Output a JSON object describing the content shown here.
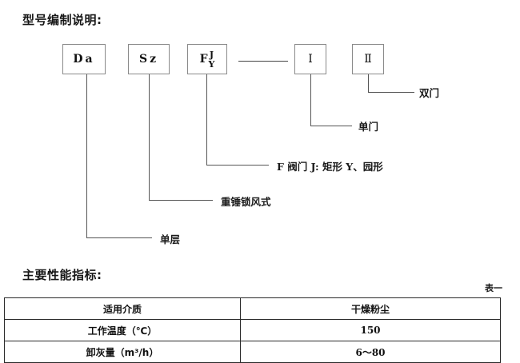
{
  "document": {
    "model_section": {
      "heading": "型号编制说明:",
      "code_boxes": [
        {
          "id": "da",
          "main": "Da",
          "sub_top": "",
          "sub_bottom": ""
        },
        {
          "id": "sz",
          "main": "Sz",
          "sub_top": "",
          "sub_bottom": ""
        },
        {
          "id": "fjy",
          "main": "F",
          "sub_top": "J",
          "sub_bottom": "Y"
        },
        {
          "id": "roman-1",
          "main": "Ⅰ",
          "sub_top": "",
          "sub_bottom": ""
        },
        {
          "id": "roman-2",
          "main": "Ⅱ",
          "sub_top": "",
          "sub_bottom": ""
        }
      ],
      "callouts": [
        {
          "id": "double-door",
          "label": "双门",
          "source_box": "roman-2"
        },
        {
          "id": "single-door",
          "label": "单门",
          "source_box": "roman-1"
        },
        {
          "id": "valve-type",
          "label": "F 阀门 J: 矩形  Y、园形",
          "source_box": "fjy"
        },
        {
          "id": "weight-lock",
          "label": "重锤锁风式",
          "source_box": "sz"
        },
        {
          "id": "single-layer",
          "label": "单层",
          "source_box": "da"
        }
      ]
    },
    "performance_section": {
      "heading": "主要性能指标:",
      "table_caption": "表一",
      "table": {
        "rows": [
          {
            "label": "适用介质",
            "value": "干燥粉尘"
          },
          {
            "label": "工作温度（℃）",
            "value": "150"
          },
          {
            "label": "卸灰量（m³/h）",
            "value": "6～80"
          }
        ]
      }
    }
  },
  "colors": {
    "text": "#1a1a1a",
    "box_border": "#8a8a8a",
    "line": "#555555",
    "table_border": "#2a2a2a",
    "background": "#ffffff"
  }
}
